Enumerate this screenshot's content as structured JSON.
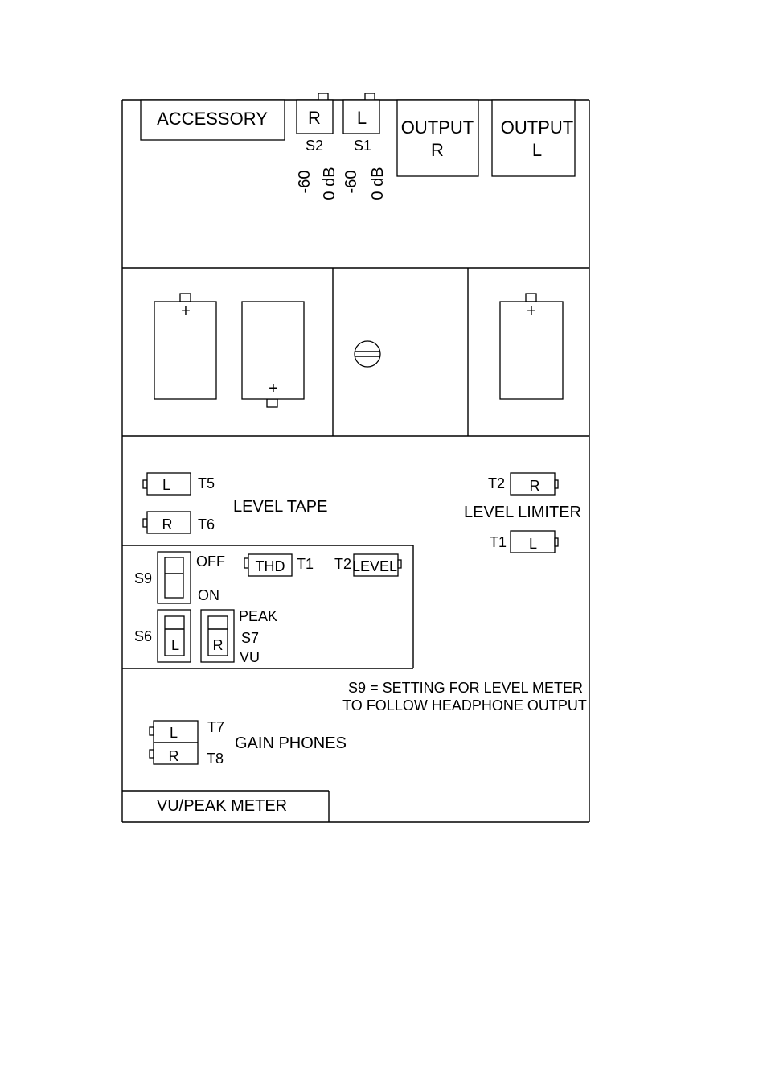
{
  "connectors": {
    "accessory": "ACCESSORY",
    "output_r": [
      "OUTPUT",
      "R"
    ],
    "output_l": [
      "OUTPUT",
      "L"
    ]
  },
  "top_switches": {
    "s2": {
      "letter": "R",
      "name": "S2"
    },
    "s1": {
      "letter": "L",
      "name": "S1"
    }
  },
  "db_labels": [
    "-60",
    "0 dB",
    "-60",
    "0 dB"
  ],
  "batteries": {
    "plus": "+"
  },
  "level_tape": {
    "label": "LEVEL TAPE",
    "t5": {
      "letter": "L",
      "name": "T5"
    },
    "t6": {
      "letter": "R",
      "name": "T6"
    }
  },
  "level_limiter": {
    "label": "LEVEL LIMITER",
    "t2": {
      "letter": "R",
      "name": "T2"
    },
    "t1": {
      "letter": "L",
      "name": "T1"
    }
  },
  "meter_panel": {
    "s9": {
      "name": "S9",
      "off": "OFF",
      "on": "ON"
    },
    "thd": {
      "label": "THD",
      "name": "T1"
    },
    "level": {
      "label": "LEVEL",
      "name": "T2"
    },
    "s6": {
      "name": "S6",
      "letter": "L"
    },
    "s7": {
      "name": "S7",
      "letter": "R",
      "peak": "PEAK",
      "vu": "VU"
    }
  },
  "note": [
    "S9 = SETTING FOR LEVEL METER",
    "TO FOLLOW HEADPHONE OUTPUT"
  ],
  "gain_phones": {
    "label": "GAIN PHONES",
    "t7": {
      "letter": "L",
      "name": "T7"
    },
    "t8": {
      "letter": "R",
      "name": "T8"
    }
  },
  "vu_peak_meter": "VU/PEAK METER"
}
